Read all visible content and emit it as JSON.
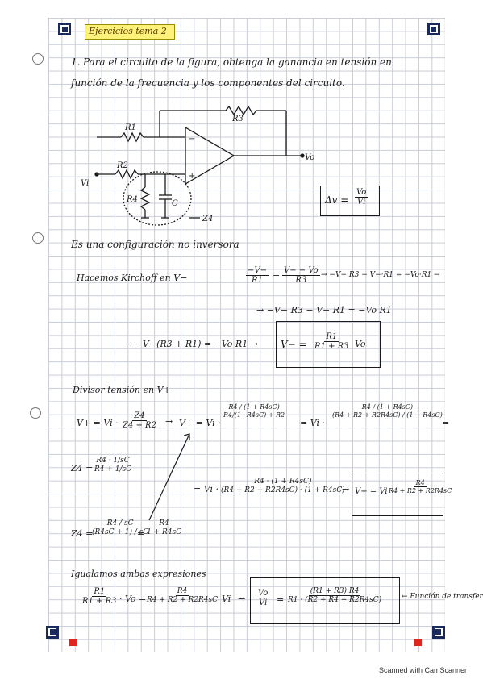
{
  "title": "Ejercicios tema 2",
  "problem": {
    "number": "1.",
    "line1": "Para el circuito de la figura, obtenga la ganancia en tensión en",
    "line2": "función de la frecuencia y los componentes del circuito."
  },
  "circuit": {
    "r1": "R1",
    "r2": "R2",
    "r3": "R3",
    "r4": "R4",
    "c": "C",
    "vi": "Vi",
    "vo": "Vo",
    "z4": "Z4",
    "minus": "−",
    "plus": "+"
  },
  "gain_def": {
    "lhs": "Δv =",
    "num": "Vo",
    "den": "Vi"
  },
  "step1": "Es una configuración no inversora",
  "step2": {
    "label": "Hacemos Kirchoff en V−",
    "eq_lhs_num": "−V−",
    "eq_lhs_den": "R1",
    "eq_rhs_num": "V− − Vo",
    "eq_rhs_den": "R3",
    "eq_tail": "→ −V−·R3 − V−·R1 = −Vo·R1 →",
    "eq2": "→ −V− R3 − V− R1 = −Vo R1",
    "eq3": "→ −V−(R3 + R1) = −Vo R1 →",
    "res_lhs": "V− =",
    "res_num": "R1",
    "res_den": "R1 + R3",
    "res_tail": "Vo"
  },
  "step3": {
    "label": "Divisor tensión en V+",
    "eq1_lhs": "V+ = Vi ·",
    "eq1_num": "Z4",
    "eq1_den": "Z4 + R2",
    "eq1_arrow": "→",
    "eq1_mid": "V+ = Vi ·",
    "eq1_mid_num": "R4 / (1 + R4sC)",
    "eq1_mid_den": "R4/(1+R4sC) + R2",
    "eq1_eq": "= Vi ·",
    "eq1_right_num": "R4 / (1 + R4sC)",
    "eq1_right_den": "(R4 + R2 + R2R4sC) / (1 + R4sC)",
    "eq1_end": "=",
    "z4_def_lhs": "Z4 =",
    "z4_def_num": "R4 · 1/sC",
    "z4_def_den": "R4 + 1/sC",
    "eq2_lhs": "= Vi ·",
    "eq2_num": "R4 · (1 + R4sC)",
    "eq2_den": "(R4 + R2 + R2R4sC) · (1 + R4sC)",
    "res_lhs": "V+ = Vi ·",
    "res_num": "R4",
    "res_den": "R4 + R2 + R2R4sC",
    "z4_lhs": "Z4 =",
    "z4_num": "R4 / sC",
    "z4_den": "(R4sC + 1) / sC",
    "z4_res_num": "R4",
    "z4_res_den": "1 + R4sC"
  },
  "step4": {
    "label": "Igualamos ambas expresiones",
    "lhs_num": "R1",
    "lhs_den": "R1 + R3",
    "lhs_tail": "· Vo =",
    "rhs_num": "R4",
    "rhs_den": "R4 + R2 + R2R4sC",
    "rhs_tail": "Vi",
    "res_lhs_num": "Vo",
    "res_lhs_den": "Vi",
    "res_eq": "=",
    "res_num": "(R1 + R3) R4",
    "res_den": "R1 · (R2 + R4 + R2R4sC)",
    "note": "← Función de transferencia"
  },
  "footer": "Scanned with CamScanner",
  "colors": {
    "highlight": "#fff27a",
    "grid": "#c9cdd6",
    "ink": "#1b1b1b",
    "marker_red": "#e0261c",
    "corner": "#1a2a5c"
  }
}
